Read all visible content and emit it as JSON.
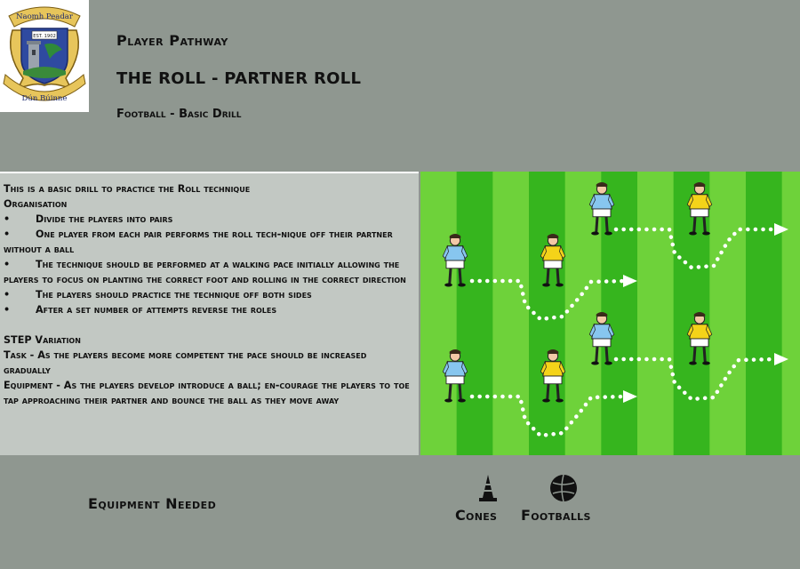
{
  "header": {
    "crest_top_text": "Naomh Peadar",
    "crest_est": "EST. 1902",
    "crest_bottom_text": "Dún Búinne",
    "pathway": "Player Pathway",
    "title": "THE ROLL - PARTNER ROLL",
    "subtitle": "Football - Basic Drill"
  },
  "description": {
    "intro": "This is a basic drill to practice the Roll technique",
    "organisation_heading": "Organisation",
    "bullets": [
      "Divide the players into pairs",
      "One player from each pair performs the roll tech-nique off their partner without a ball",
      "The technique should be performed at a walking pace initially allowing the players to focus on planting the correct foot and rolling in the correct direction",
      "The players should practice the technique off both sides",
      "After a set number of attempts reverse the roles"
    ],
    "bullet_symbol": "•",
    "variation_heading": "STEP Variation",
    "task": "Task - As the players become more competent the pace should be increased gradually",
    "equipment": "Equipment - As the players develop introduce a ball; en-courage the players to toe tap approaching their partner and bounce the ball as they move away"
  },
  "footer": {
    "equipment_needed": "Equipment Needed",
    "items": [
      {
        "label": "Cones",
        "icon": "cone-icon"
      },
      {
        "label": "Footballs",
        "icon": "football-icon"
      }
    ]
  },
  "colors": {
    "background": "#8f9790",
    "panel": "#c2c8c3",
    "pitch_light": "#6ed23a",
    "pitch_dark": "#36b51e",
    "jersey_blue": "#87c6ef",
    "jersey_yellow": "#f4d319",
    "crest_blue": "#2f4aa0",
    "crest_gold": "#e7c55b"
  },
  "pitch": {
    "players": [
      {
        "team": "blue",
        "role": "roller"
      },
      {
        "team": "yellow",
        "role": "partner"
      },
      {
        "team": "blue",
        "role": "roller"
      },
      {
        "team": "yellow",
        "role": "partner"
      },
      {
        "team": "blue",
        "role": "roller"
      },
      {
        "team": "yellow",
        "role": "partner"
      },
      {
        "team": "blue",
        "role": "roller"
      },
      {
        "team": "yellow",
        "role": "partner"
      }
    ]
  }
}
